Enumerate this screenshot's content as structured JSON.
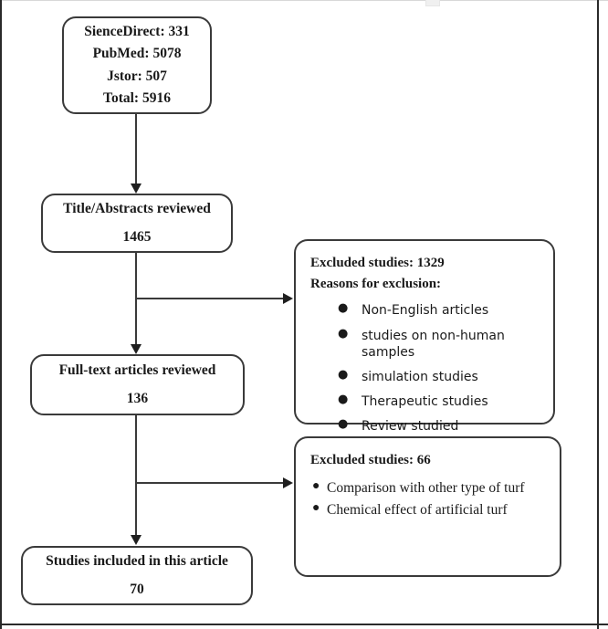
{
  "diagram": {
    "type": "prisma-flow-diagram",
    "nodes": {
      "sources": {
        "lines": [
          "SienceDirect: 331",
          "PubMed: 5078",
          "Jstor: 507",
          "Total: 5916"
        ]
      },
      "title_abstracts": {
        "title": "Title/Abstracts reviewed",
        "count": "1465"
      },
      "fulltext": {
        "title": "Full-text articles reviewed",
        "count": "136"
      },
      "included": {
        "title": "Studies included in this article",
        "count": "70"
      },
      "excluded_1": {
        "heading": "Excluded studies: 1329",
        "subheading": "Reasons for exclusion:",
        "bullet": "●",
        "items": [
          "Non-English articles",
          "studies on non-human samples",
          "simulation studies",
          "Therapeutic studies",
          "Review studied"
        ]
      },
      "excluded_2": {
        "heading": "Excluded studies: 66",
        "bullet": "●",
        "items": [
          "Comparison with other type of turf",
          "Chemical effect of artificial turf"
        ]
      }
    },
    "colors": {
      "box_border": "#3a3a3a",
      "connector": "#3a3a3a",
      "arrow": "#1f1f1f",
      "text": "#1a1a1a",
      "background": "#ffffff"
    }
  }
}
